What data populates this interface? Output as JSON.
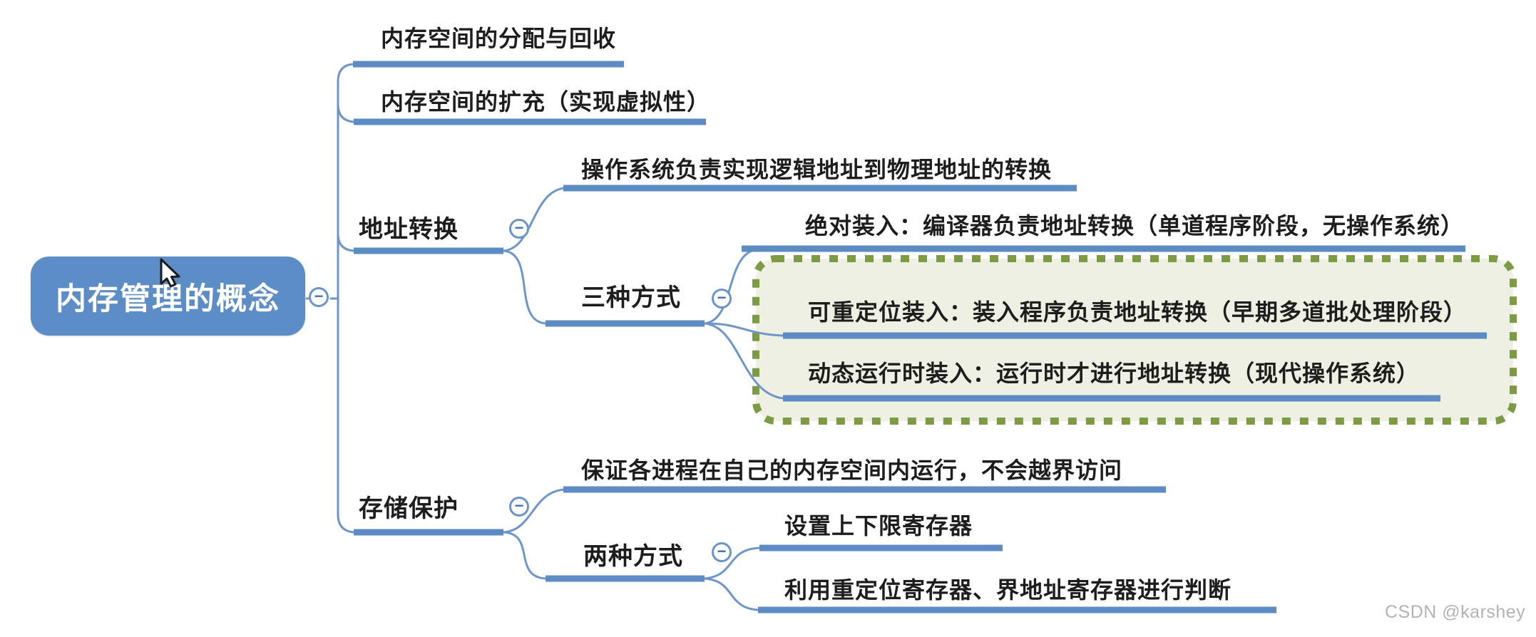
{
  "meta": {
    "watermark": "CSDN @karshey"
  },
  "icons": {
    "collapse_minus": "−"
  },
  "colors": {
    "root_fill": "#5d8dc6",
    "branch_bar_blue": "#5d8bc4",
    "connector_blue": "#6f96c8",
    "boundary_bg": "#edf0e2",
    "boundary_border": "#7d9a44",
    "text_dark": "#1d1d1d",
    "watermark_gray": "#b3b3b3"
  },
  "mindmap": {
    "root": {
      "label": "内存管理的概念"
    },
    "branches": [
      {
        "label": "内存空间的分配与回收"
      },
      {
        "label": "内存空间的扩充（实现虚拟性）"
      },
      {
        "label": "地址转换",
        "children": [
          {
            "label": "操作系统负责实现逻辑地址到物理地址的转换"
          },
          {
            "label": "三种方式",
            "children": [
              {
                "label": "绝对装入：编译器负责地址转换（单道程序阶段，无操作系统）"
              },
              {
                "label": "可重定位装入：装入程序负责地址转换（早期多道批处理阶段）"
              },
              {
                "label": "动态运行时装入：运行时才进行地址转换（现代操作系统）"
              }
            ]
          }
        ]
      },
      {
        "label": "存储保护",
        "children": [
          {
            "label": "保证各进程在自己的内存空间内运行，不会越界访问"
          },
          {
            "label": "两种方式",
            "children": [
              {
                "label": "设置上下限寄存器"
              },
              {
                "label": "利用重定位寄存器、界地址寄存器进行判断"
              }
            ]
          }
        ]
      }
    ]
  }
}
